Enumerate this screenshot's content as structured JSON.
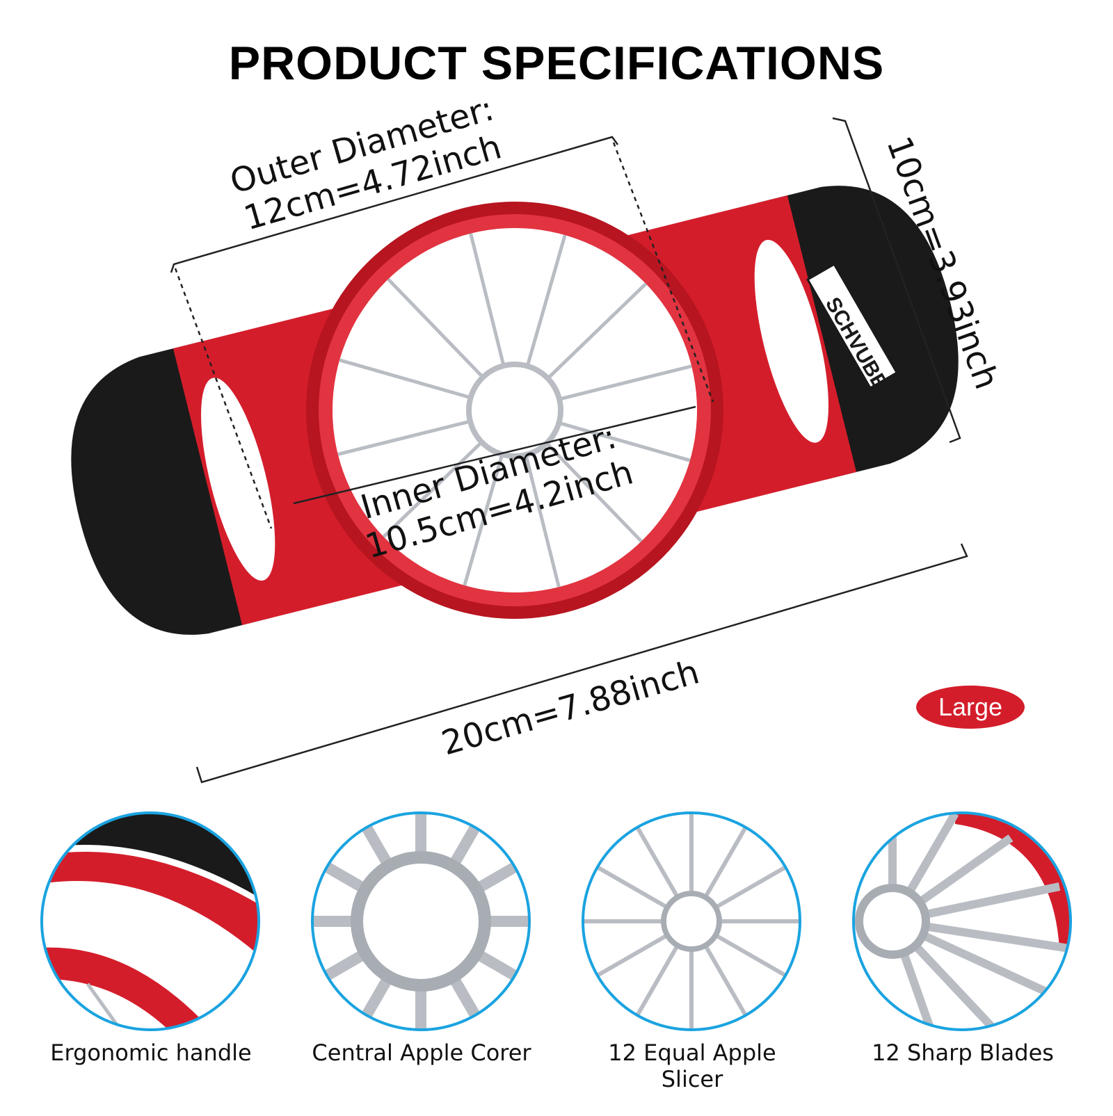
{
  "header": {
    "title": "PRODUCT SPECIFICATIONS"
  },
  "product": {
    "brand_logo": "SCHVUBENR",
    "size_badge": "Large",
    "colors": {
      "frame": "#d41d2b",
      "handle": "#1a1a1a",
      "blade": "#c9ccd1"
    }
  },
  "dimensions": {
    "outer_label": "Outer Diameter:",
    "outer_value": "12cm=4.72inch",
    "inner_label": "Inner Diameter:",
    "inner_value": "10.5cm=4.2inch",
    "width_value": "10cm=3.93inch",
    "length_value": "20cm=7.88inch"
  },
  "features": [
    {
      "caption": "Ergonomic handle",
      "icon": "handle-closeup-icon"
    },
    {
      "caption": "Central Apple Corer",
      "icon": "corer-closeup-icon"
    },
    {
      "caption": "12 Equal Apple Slicer",
      "icon": "slicer-closeup-icon"
    },
    {
      "caption": "12 Sharp Blades",
      "icon": "blades-closeup-icon"
    }
  ],
  "accent_color": "#1aa3e0"
}
